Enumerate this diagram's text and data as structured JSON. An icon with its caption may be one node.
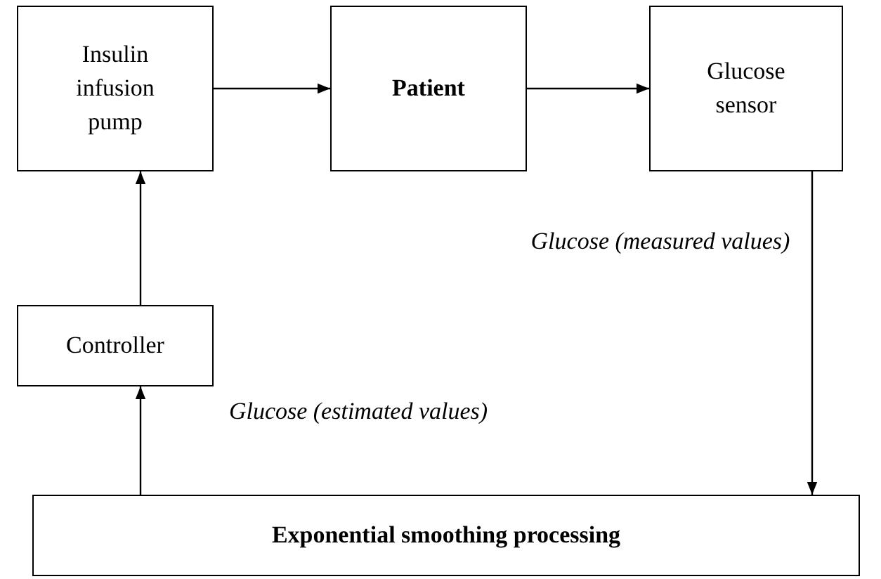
{
  "diagram": {
    "nodes": [
      {
        "text": [
          "Insulin infusion pump"
        ]
      },
      {
        "text": [
          "Patient"
        ]
      },
      {
        "text": [
          "Glucose sensor"
        ]
      },
      {
        "text": [
          "Controller"
        ]
      },
      {
        "text": [
          "Exponential smoothing processing"
        ]
      }
    ],
    "edges": [
      {
        "from": 0,
        "to": 1,
        "arrow": "to"
      },
      {
        "from": 1,
        "to": 2,
        "arrow": "to"
      },
      {
        "from": 2,
        "to": 4,
        "arrow": "to",
        "label": "Glucose (measured values)"
      },
      {
        "from": 4,
        "to": 3,
        "arrow": "to",
        "label": "Glucose (estimated values)"
      },
      {
        "from": 3,
        "to": 0,
        "arrow": "to"
      }
    ]
  }
}
